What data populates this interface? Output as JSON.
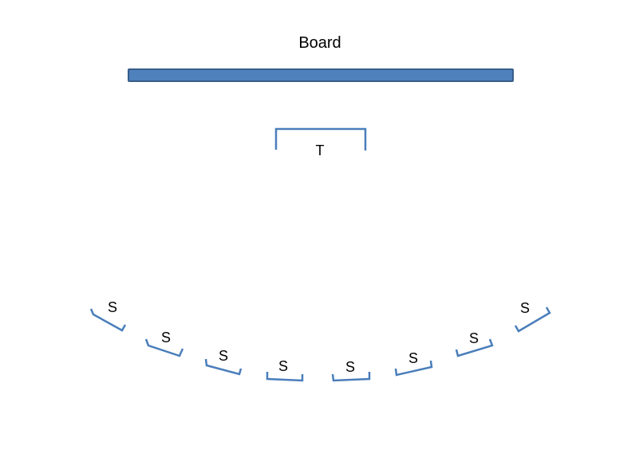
{
  "board": {
    "label": "Board",
    "fill_color": "#4f81bd",
    "stroke_color": "#385d8a"
  },
  "teacher": {
    "label": "T"
  },
  "students": [
    {
      "label": "S"
    },
    {
      "label": "S"
    },
    {
      "label": "S"
    },
    {
      "label": "S"
    },
    {
      "label": "S"
    },
    {
      "label": "S"
    },
    {
      "label": "S"
    },
    {
      "label": "S"
    }
  ],
  "colors": {
    "desk_stroke": "#4a7ebb",
    "text": "#000000"
  }
}
